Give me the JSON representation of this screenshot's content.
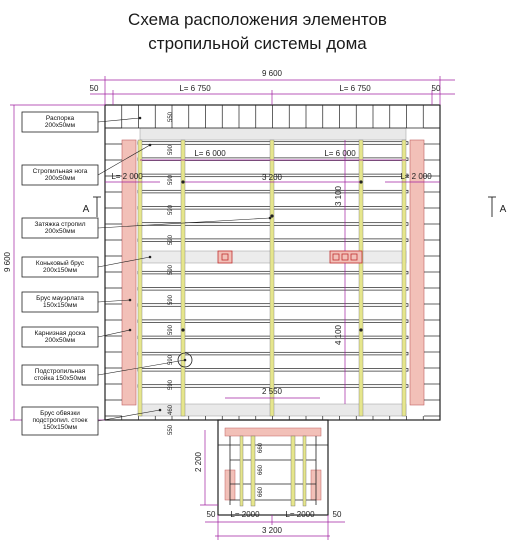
{
  "title_line1": "Схема расположения элементов",
  "title_line2": "стропильной системы дома",
  "dims": {
    "total_width": "9 600",
    "total_height": "9 600",
    "margin_left": "50",
    "margin_right": "50",
    "span_left": "L= 6 750",
    "span_right": "L= 6 750",
    "inner_left": "L= 6 000",
    "inner_right": "L= 6 000",
    "side_left": "L= 2 000",
    "side_right": "L= 2 000",
    "center_span": "3 200",
    "vert_upper": "3 100",
    "vert_lower": "4 100",
    "porch_span": "2 550",
    "porch_height": "2 200",
    "bottom_left": "L= 2000",
    "bottom_right": "L= 2000",
    "bottom_margin_left": "50",
    "bottom_margin_right": "50",
    "bottom_total": "3 200",
    "spacing": "590",
    "spacing_first": "550",
    "spacing_porch": "660",
    "spacing_edge": "460"
  },
  "section_marks": {
    "left": "А",
    "right": "А"
  },
  "labels": [
    {
      "line1": "Распорка",
      "line2": "200х50мм"
    },
    {
      "line1": "Стропильная нога",
      "line2": "200х50мм"
    },
    {
      "line1": "Затяжка стропил",
      "line2": "200х50мм"
    },
    {
      "line1": "Коньковый брус",
      "line2": "200х150мм"
    },
    {
      "line1": "Брус мауэрлата",
      "line2": "150х150мм"
    },
    {
      "line1": "Карнизная доска",
      "line2": "200х50мм"
    },
    {
      "line1": "Подстропильная",
      "line2": "стойка 150х50мм"
    },
    {
      "line1": "Брус обвязки",
      "line2": "подстропил. стоек",
      "line3": "150х150мм"
    }
  ],
  "colors": {
    "frame": "#222222",
    "dimension": "#a020a0",
    "timber": "#e6e68c",
    "brick": "#f2c0b8",
    "brick_dots": "#d06060"
  }
}
